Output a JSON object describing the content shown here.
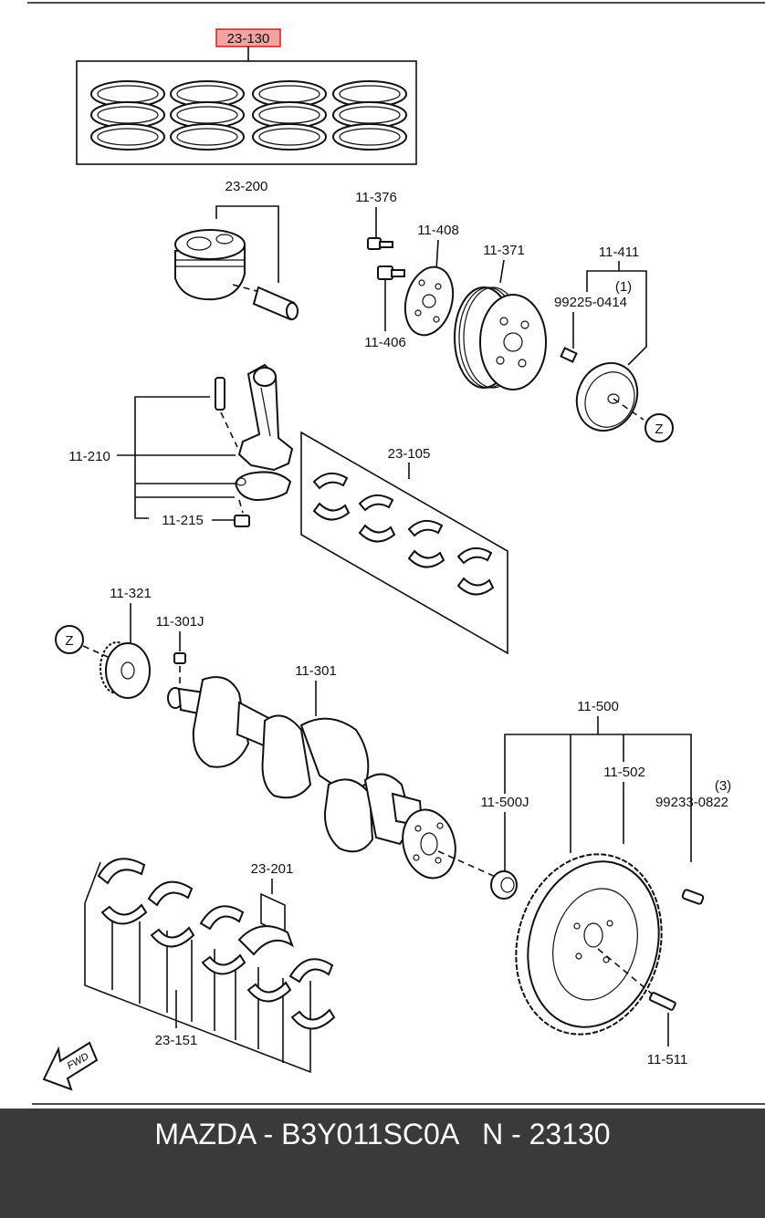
{
  "diagram": {
    "highlight_color": "#f2a3a3",
    "callouts": {
      "piston_ring_set": "23-130",
      "piston": "23-200",
      "pulley_bolt": "11-376",
      "pulley_plate": "11-408",
      "pulley_bolt_2": "11-406",
      "crank_pulley": "11-371",
      "pulley_set": "11-411",
      "pulley_set_qty": "(1)",
      "pulley_pin": "99225-0414",
      "ref_z_upper": "Z",
      "connecting_rod": "11-210",
      "rod_nut": "11-215",
      "rod_bearing_set": "23-105",
      "timing_gear": "11-321",
      "ref_z_lower": "Z",
      "crank_key": "11-301J",
      "crankshaft": "11-301",
      "flywheel_set": "11-500",
      "ring_gear": "11-502",
      "pilot_bearing": "11-500J",
      "flywheel_bolt_qty": "(3)",
      "flywheel_bolt_code": "99233-0822",
      "thrust_bearing": "23-201",
      "main_bearing_set": "23-151",
      "flywheel_bolt": "11-511",
      "front_arrow": "FWD"
    }
  },
  "footer": {
    "text": "MAZDA - B3Y011SC0A   N - 23130",
    "background": "#3a3a3a"
  }
}
